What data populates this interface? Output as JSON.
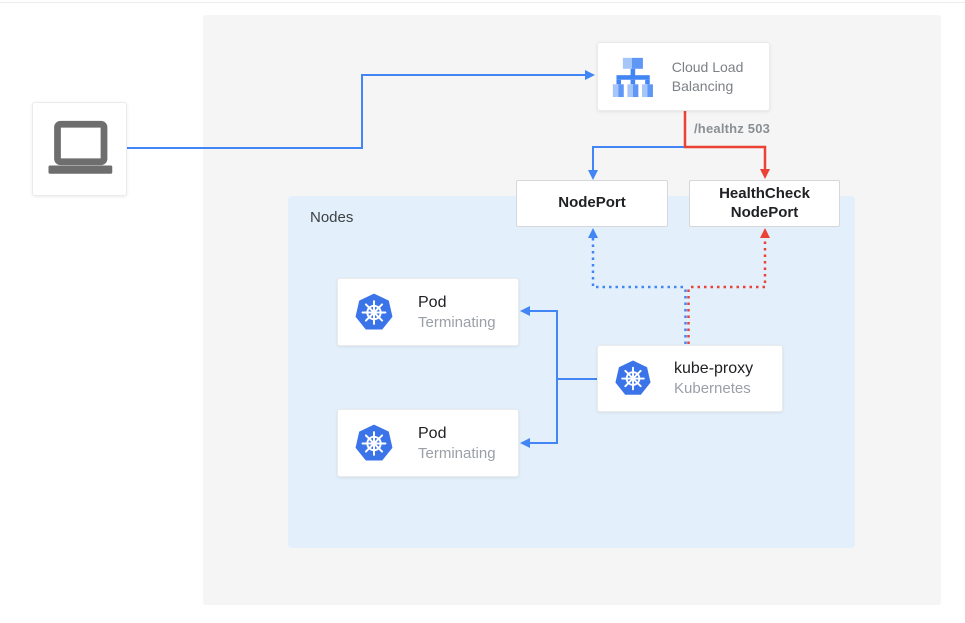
{
  "diagram": {
    "client": {
      "icon": "laptop"
    },
    "load_balancer": {
      "label": "Cloud Load Balancing",
      "icon": "load-balancer"
    },
    "health_check_path": "/healthz 503",
    "node_port": {
      "label": "NodePort"
    },
    "health_check_node_port": {
      "label": "HealthCheck NodePort"
    },
    "nodes_group": {
      "label": "Nodes"
    },
    "pods": [
      {
        "title": "Pod",
        "status": "Terminating",
        "icon": "kubernetes"
      },
      {
        "title": "Pod",
        "status": "Terminating",
        "icon": "kubernetes"
      }
    ],
    "kube_proxy": {
      "title": "kube-proxy",
      "subtitle": "Kubernetes",
      "icon": "kubernetes"
    },
    "colors": {
      "arrow_blue": "#4285f4",
      "arrow_red": "#ea4335",
      "nodes_bg": "#e3f0fb",
      "panel_bg": "#f5f5f5",
      "k8s_blue": "#3b73e8",
      "muted_text": "#9aa0a6",
      "dark_text": "#202124",
      "healthz_text": "#8a8f94",
      "laptop_gray": "#6e6e6e"
    }
  }
}
